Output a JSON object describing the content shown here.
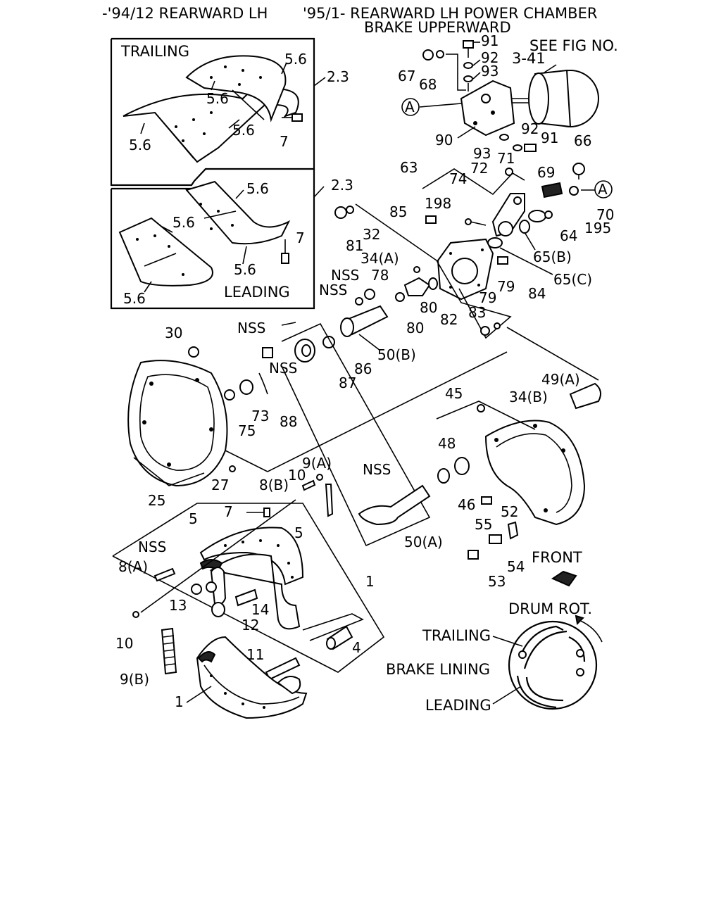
{
  "header": {
    "left_title": "-'94/12 REARWARD LH",
    "right_title_line1": "'95/1- REARWARD LH POWER CHAMBER",
    "right_title_line2": "BRAKE UPPERWARD"
  },
  "inset_trailing": {
    "title": "TRAILING",
    "labels": [
      "5.6",
      "5.6",
      "5.6",
      "5.6",
      "7"
    ],
    "ref": "2.3"
  },
  "inset_leading": {
    "title": "LEADING",
    "labels": [
      "5.6",
      "5.6",
      "5.6",
      "5.6",
      "7"
    ],
    "ref": "2.3"
  },
  "see_fig": {
    "line1": "SEE FIG NO.",
    "line2": "3-41"
  },
  "chamber_labels": {
    "a1": "A",
    "a2": "A",
    "p67": "67",
    "p68": "68",
    "p91a": "91",
    "p92a": "92",
    "p93a": "93",
    "p90": "90",
    "p93b": "93",
    "p92b": "92",
    "p91b": "91",
    "p66": "66",
    "p71": "71",
    "p72": "72",
    "p74": "74",
    "p63": "63",
    "p69": "69",
    "p70": "70",
    "p195": "195",
    "p64": "64",
    "p65b": "65(B)",
    "p65c": "65(C)",
    "p198": "198",
    "p85": "85",
    "p32": "32",
    "p81": "81",
    "p84": "84",
    "p79a": "79",
    "p79b": "79",
    "p34a": "34(A)",
    "p78": "78",
    "p80a": "80",
    "p80b": "80",
    "p83": "83",
    "p82": "82",
    "nss1": "NSS",
    "nss2": "NSS"
  },
  "shaft_labels": {
    "nss3": "NSS",
    "nss4": "NSS",
    "p86": "86",
    "p87": "87",
    "p50b": "50(B)",
    "p49a": "49(A)",
    "p30": "30",
    "p73": "73",
    "p75": "75",
    "p88": "88",
    "p45": "45",
    "p34b": "34(B)",
    "p48": "48",
    "p46": "46",
    "p52": "52",
    "p55": "55",
    "p54": "54",
    "p53": "53",
    "p27": "27",
    "p25": "25",
    "p8b": "8(B)",
    "p9a": "9(A)",
    "p10a": "10",
    "nss5": "NSS",
    "p50a": "50(A)"
  },
  "shoe_labels": {
    "p7": "7",
    "p5a": "5",
    "p5b": "5",
    "nss6": "NSS",
    "p8a": "8(A)",
    "p1a": "1",
    "p13": "13",
    "p14": "14",
    "p12": "12",
    "p10b": "10",
    "p4": "4",
    "p11": "11",
    "p9b": "9(B)",
    "p1b": "1"
  },
  "legend": {
    "front": "FRONT",
    "drum_rot": "DRUM ROT.",
    "trailing": "TRAILING",
    "brake_lining": "BRAKE LINING",
    "leading": "LEADING"
  }
}
